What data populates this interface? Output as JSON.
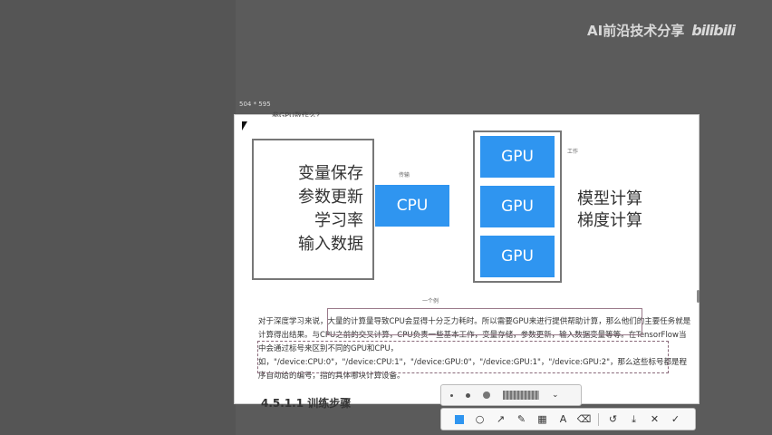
{
  "watermark": {
    "text": "AI前沿技术分享",
    "logo": "bilibili"
  },
  "screenshot": {
    "size_label": "504 * 595",
    "heading_fragment": "参GPU数作么?"
  },
  "diagram": {
    "left_lines": [
      "变量保存",
      "参数更新",
      "学习率",
      "输入数据"
    ],
    "cpu_label": "CPU",
    "cpu_annotation": "传输",
    "gpu_labels": [
      "GPU",
      "GPU",
      "GPU"
    ],
    "gpu_annotation": "工作",
    "right_lines": [
      "模型计算",
      "梯度计算"
    ]
  },
  "annotation_top": "一个例",
  "paragraph": "对于深度学习来说，大量的计算量导致CPU会显得十分乏力耗时。所以需要GPU来进行提供帮助计算，那么他们的主要任务就是计算得出结果。与CPU之前的交叉计算，CPU负责一些基本工作，变量存储，参数更新，输入数据变量等等。在TensorFlow当中会通过标号来区别不同的GPU和CPU，如，\"/device:CPU:0\"，\"/device:CPU:1\"，\"/device:GPU:0\"，\"/device:GPU:1\"，\"/device:GPU:2\"，那么这些标号都是程序自动给的编号，指的具体哪块计算设备。",
  "section_heading": "4.5.1.1 训练步骤",
  "toolbar": {
    "tools": [
      "rectangle-icon",
      "ellipse-icon",
      "arrow-icon",
      "pen-icon",
      "mosaic-icon",
      "text-icon",
      "eraser-icon",
      "undo-icon",
      "download-icon",
      "close-icon",
      "confirm-icon"
    ],
    "glyphs": [
      "",
      "○",
      "↗",
      "✎",
      "▦",
      "A",
      "⌫",
      "↺",
      "⤓",
      "✕",
      "✓"
    ]
  }
}
